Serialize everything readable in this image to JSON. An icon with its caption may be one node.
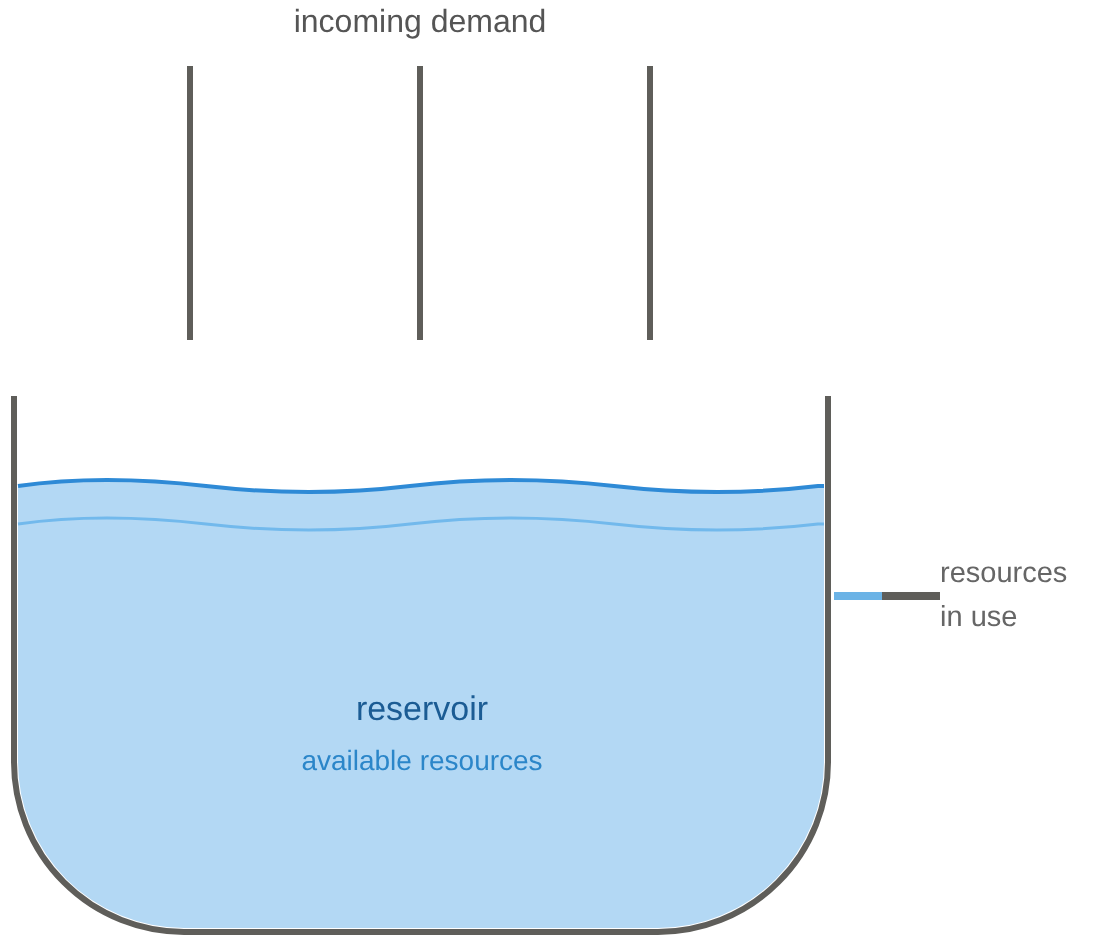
{
  "diagram": {
    "nodes": [
      {
        "text": [
          "reservoir",
          "available resources"
        ]
      },
      {
        "text": [
          "resources in use"
        ]
      }
    ],
    "edges": [
      {
        "from": 0,
        "to": 1,
        "arrow": "none"
      }
    ],
    "labels": [
      "incoming demand"
    ]
  }
}
